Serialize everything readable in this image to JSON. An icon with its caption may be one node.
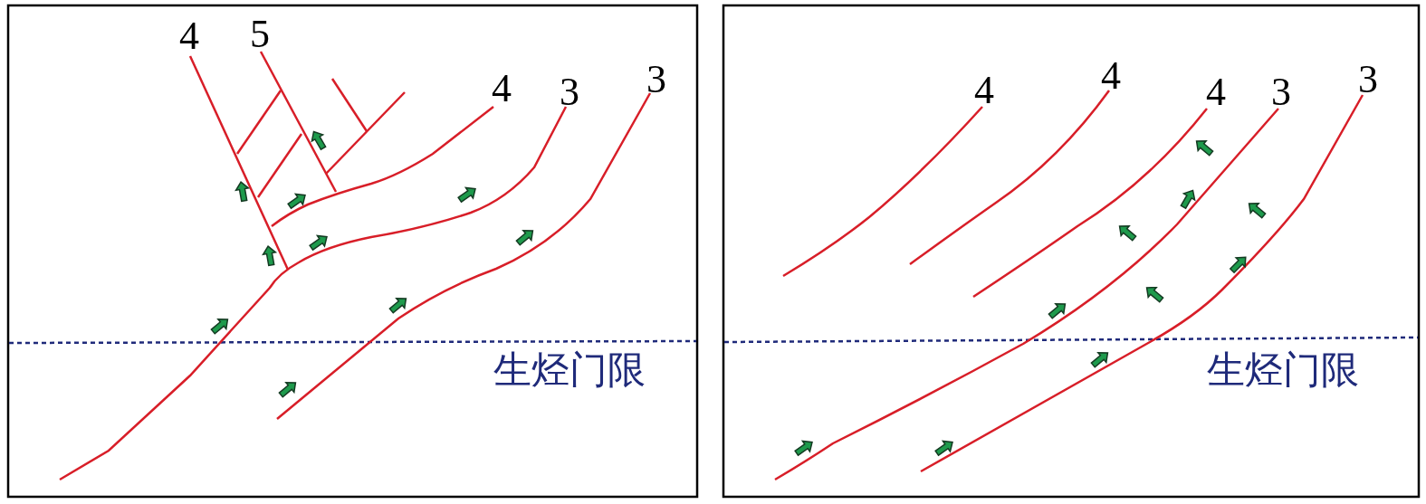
{
  "diagram": {
    "labels": [
      "4",
      "5",
      "4",
      "3",
      "3",
      "生烃门限",
      "4",
      "4",
      "4",
      "3",
      "3",
      "生烃门限"
    ]
  }
}
